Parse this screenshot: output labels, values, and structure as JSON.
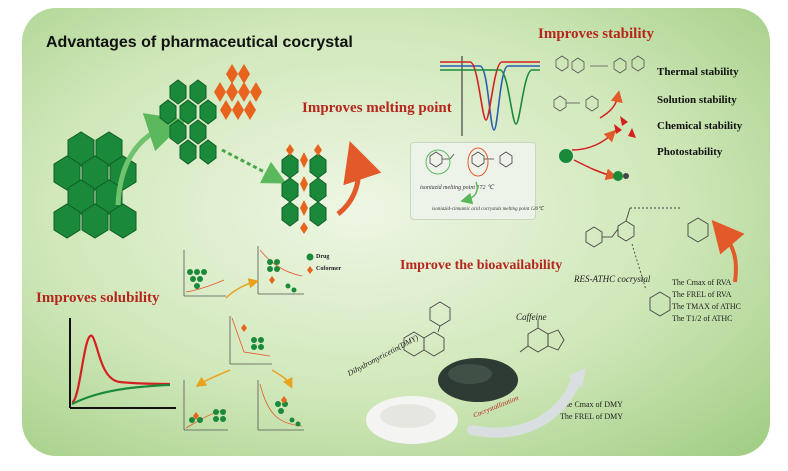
{
  "title": "Advantages of pharmaceutical cocrystal",
  "sections": {
    "stability": {
      "heading": "Improves stability",
      "items": [
        "Thermal stability",
        "Solution stability",
        "Chemical stability",
        "Photostability"
      ]
    },
    "melting": {
      "heading": "Improves melting point",
      "note1": "isoniazid melting point 172 ℃",
      "note2": "isoniazid-cinnamic acid cocrystals melting point 120℃"
    },
    "solubility": {
      "heading": "Improves solubility",
      "legend_drug": "Drug",
      "legend_coformer": "Coformer"
    },
    "bioavailability": {
      "heading": "Improve the bioavailability",
      "res_label": "RES-ATHC cocrystal",
      "caffeine_label": "Caffeine",
      "dmy_label": "Dihydromyricetin(DMY)",
      "cocrystallization": "Cocrystallization",
      "res_effects": [
        "The Cmax of RVA",
        "The FREL of RVA",
        "The TMAX of ATHC",
        "The T1/2 of ATHC"
      ],
      "dmy_effects": [
        "The Cmax of DMY",
        "The FREL of DMY"
      ]
    }
  },
  "colors": {
    "drug_green": "#1a8a3a",
    "coformer_orange": "#e8641e",
    "heading_red": "#b5271d",
    "curve_red": "#d42020",
    "curve_green": "#1a8a3a",
    "curve_blue": "#2a5fb0"
  }
}
